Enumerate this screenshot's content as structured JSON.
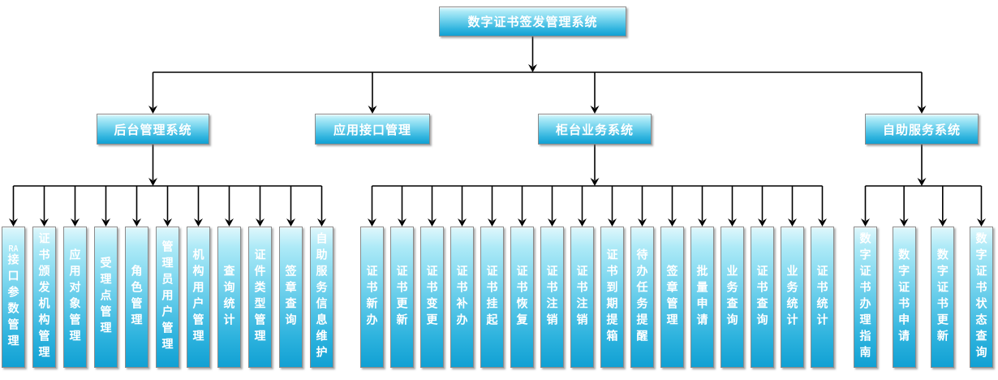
{
  "diagram": {
    "root": {
      "label": "数字证书签发管理系统"
    },
    "branches": [
      {
        "label": "后台管理系统",
        "children": [
          "RA接口参数管理",
          "证书颁发机构管理",
          "应用对象管理",
          "受理点管理",
          "角色管理",
          "管理员用户管理",
          "机构用户管理",
          "查询统计",
          "证件类型管理",
          "签章查询",
          "自助服务信息维护"
        ]
      },
      {
        "label": "应用接口管理",
        "children": []
      },
      {
        "label": "柜台业务系统",
        "children": [
          "证书新办",
          "证书更新",
          "证书变更",
          "证书补办",
          "证书挂起",
          "证书恢复",
          "证书注销",
          "证书注销",
          "证书到期提箱",
          "待办任务提醒",
          "签章管理",
          "批量申请",
          "业务查询",
          "证书查询",
          "业务统计",
          "证书统计"
        ]
      },
      {
        "label": "自助服务系统",
        "children": [
          "数字证书办理指南",
          "数字证书申请",
          "数字证书更新",
          "数字证书状态查询"
        ]
      }
    ],
    "colors": {
      "node_gradient_top": "#aeeaf7",
      "node_gradient_bottom": "#11a0d3",
      "node_border": "#8b8b8b",
      "connector": "#000000",
      "text": "#ffffff"
    }
  }
}
